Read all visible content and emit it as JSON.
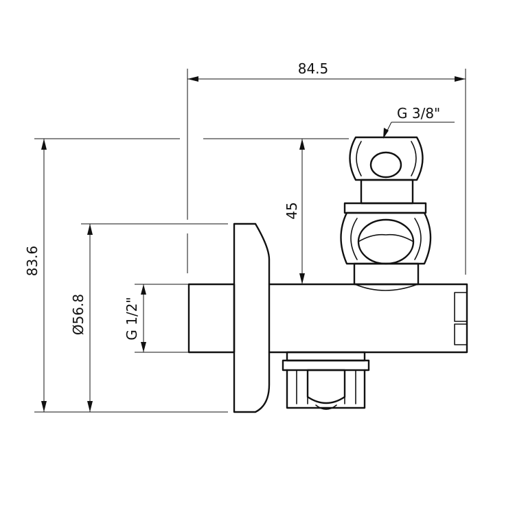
{
  "dimensions": {
    "overall_width": "84.5",
    "overall_height": "83.6",
    "flange_diameter": "Ø56.8",
    "inlet_thread": "G 1/2\"",
    "outlet_thread": "G 3/8\"",
    "outlet_height": "45"
  }
}
